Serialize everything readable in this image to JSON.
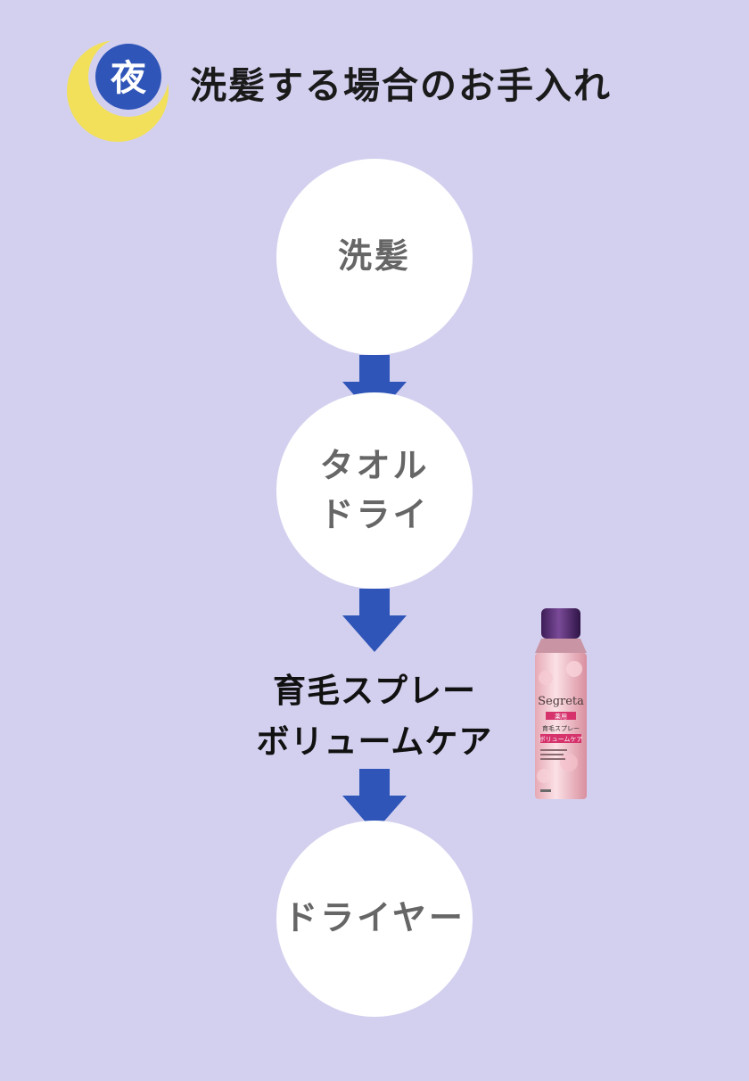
{
  "header": {
    "badge_label": "夜",
    "title": "洗髪する場合のお手入れ"
  },
  "steps": [
    {
      "label": "洗髪"
    },
    {
      "label": "タオル\nドライ"
    },
    {
      "label": "育毛スプレー\nボリュームケア"
    },
    {
      "label": "ドライヤー"
    }
  ],
  "product": {
    "brand": "Segreta",
    "badge": "薬用",
    "name": "育毛スプレー",
    "line": "ボリュームケア"
  },
  "colors": {
    "background": "#d3d0ef",
    "moon": "#f2e05a",
    "badge_circle": "#2f55b8",
    "arrow": "#2f55b8",
    "step_circle": "#ffffff",
    "step_text": "#666666"
  }
}
